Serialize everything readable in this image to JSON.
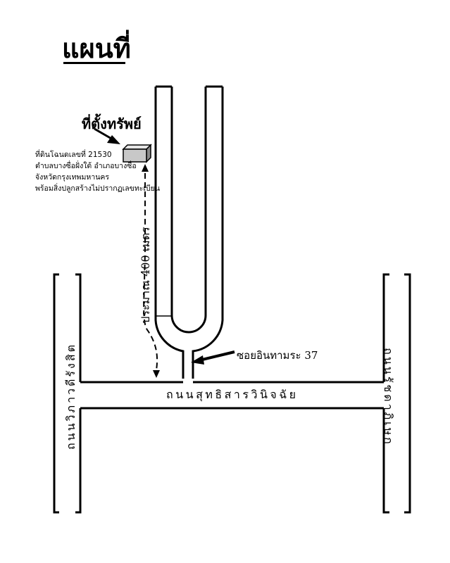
{
  "map": {
    "title": "แผนที่",
    "location_label": "ที่ตั้งทรัพย์",
    "property_description": [
      "ที่ดินโฉนดเลขที่ 21530",
      "ตำบลบางซื่อฝั่งใต้ อำเภอบางซื่อ",
      "จังหวัดกรุงเทพมหานคร",
      "พร้อมสิ่งปลูกสร้างไม่ปรากฏเลขทะเบียน"
    ],
    "distance_label": "ประมาณ 400 เมตร",
    "soi_label": "ซอยอินทามระ 37",
    "main_road_label": "ถนนสุทธิสารวินิจฉัย",
    "left_road_label": "ถนนวิภาวดีรังสิต",
    "right_road_label": "ถนนรัชดาภิเษก"
  },
  "colors": {
    "ink": "#000000",
    "building": "#c8c8c8"
  }
}
